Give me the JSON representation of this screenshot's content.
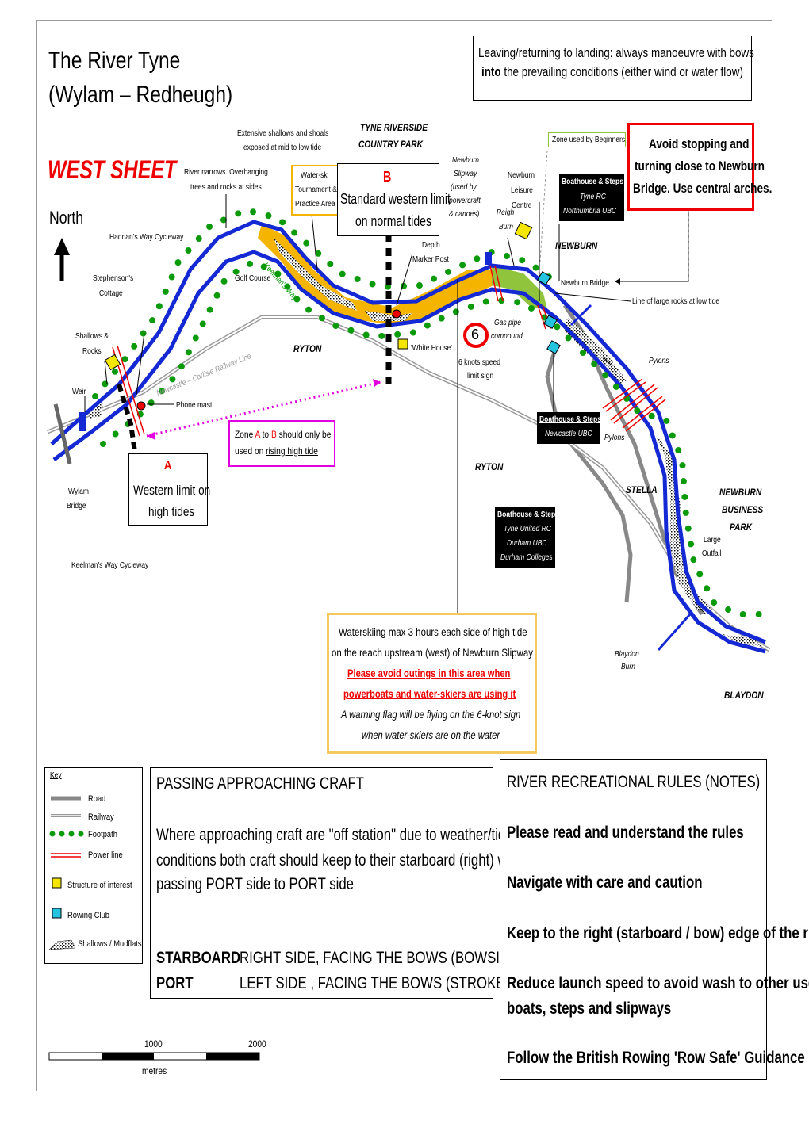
{
  "title": {
    "line1": "The River Tyne",
    "line2": "(Wylam – Redheugh)"
  },
  "sheet": "WEST SHEET",
  "north": "North",
  "notice_top": {
    "line1": "Leaving/returning to landing: always manoeuvre with bows",
    "line2_bold": "into",
    "line2_rest": " the prevailing conditions (either wind or water flow)"
  },
  "avoid_box": {
    "line1": "Avoid stopping and",
    "line2": "turning close to Newburn",
    "line3": "Bridge. Use central arches."
  },
  "labels": {
    "tyne_riverside": "TYNE RIVERSIDE",
    "country_park": "COUNTRY PARK",
    "shallows_shoals_1": "Extensive shallows and shoals",
    "shallows_shoals_2": "exposed at mid to low tide",
    "river_narrows_1": "River narrows. Overhanging",
    "river_narrows_2": "trees and rocks at sides",
    "waterski_1": "Water-ski",
    "waterski_2": "Tournament &",
    "waterski_3": "Practice Area",
    "limit_b_letter": "B",
    "limit_b_1": "Standard western limit",
    "limit_b_2": "on normal tides",
    "slipway_1": "Newburn",
    "slipway_2": "Slipway",
    "slipway_3": "(used by",
    "slipway_4": "powercraft",
    "slipway_5": "& canoes)",
    "leisure_1": "Newburn",
    "leisure_2": "Leisure",
    "leisure_3": "Centre",
    "reigh_1": "Reigh",
    "reigh_2": "Burn",
    "beginners": "Zone used by Beginners",
    "boathouse1_title": "Boathouse & Steps",
    "boathouse1_l2": "Tyne RC",
    "boathouse1_l3": "Northumbria UBC",
    "newburn": "NEWBURN",
    "hadrians": "Hadrian's Way Cycleway",
    "depth_1": "Depth",
    "depth_2": "Marker Post",
    "stephenson_1": "Stephenson's",
    "stephenson_2": "Cottage",
    "golf": "Golf Course",
    "keelmans_river": "Keelman's Way",
    "newburn_bridge": "Newburn Bridge",
    "large_rocks": "Line of large rocks at low tide",
    "gas_1": "Gas pipe",
    "gas_2": "compound",
    "speed_sign": "6",
    "speed_1": "6 knots speed",
    "speed_2": "limit sign",
    "white_house": "'White House'",
    "ryton_1": "RYTON",
    "railway_line": "Newcastle – Carlisle Railway Line",
    "shallows_rocks_1": "Shallows &",
    "shallows_rocks_2": "Rocks",
    "weir": "Weir",
    "phone_mast": "Phone mast",
    "pylons_1": "Pylons",
    "pylons_2": "Pylons",
    "boathouse2_title": "Boathouse & Steps",
    "boathouse2_l2": "Newcastle UBC",
    "zone_ab_1_pre": "Zone ",
    "zone_ab_a": "A",
    "zone_ab_mid": " to ",
    "zone_ab_b": "B",
    "zone_ab_post": " should only be",
    "zone_ab_2_pre": "used on ",
    "zone_ab_2_u": "rising high tide",
    "limit_a_letter": "A",
    "limit_a_1": "Western limit on",
    "limit_a_2": "high tides",
    "ryton_2": "RYTON",
    "stella": "STELLA",
    "business_1": "NEWBURN",
    "business_2": "BUSINESS",
    "business_3": "PARK",
    "wylam_1": "Wylam",
    "wylam_2": "Bridge",
    "boathouse3_title": "Boathouse & Steps",
    "boathouse3_l2": "Tyne United RC",
    "boathouse3_l3": "Durham UBC",
    "boathouse3_l4": "Durham Colleges",
    "large_outfall_1": "Large",
    "large_outfall_2": "Outfall",
    "keelmans_cycleway": "Keelman's Way Cycleway",
    "blaydon_burn_1": "Blaydon",
    "blaydon_burn_2": "Burn",
    "blaydon": "BLAYDON"
  },
  "waterski_box": {
    "line1": "Waterskiing max 3 hours each side of high tide",
    "line2": "on the reach upstream (west) of Newburn Slipway",
    "line3": "Please avoid outings in this area when",
    "line4": "powerboats and water-skiers are using it",
    "line5": "A warning flag will be flying on the 6-knot sign",
    "line6": "when water-skiers are on the water"
  },
  "key": {
    "heading": "Key",
    "items": [
      "Road",
      "Railway",
      "Footpath",
      "Power line",
      "Structure of interest",
      "Rowing Club",
      "Shallows / Mudflats"
    ]
  },
  "passing": {
    "heading": "PASSING APPROACHING CRAFT",
    "para_1": "Where approaching craft are \"off station\" due to weather/tidal",
    "para_2": "conditions both craft should keep to their starboard (right) with the boats",
    "para_3": "passing PORT side to PORT side",
    "starboard_term": "STARBOARD",
    "starboard_def": "RIGHT SIDE, FACING THE BOWS (BOWSIDE)",
    "port_term": "PORT",
    "port_def": "LEFT SIDE , FACING THE BOWS (STROKESIDE)"
  },
  "rules": {
    "heading": "RIVER RECREATIONAL RULES (NOTES)",
    "r1": "Please read and understand the rules",
    "r2": "Navigate with care and caution",
    "r3": "Keep to the right (starboard / bow) edge of the river",
    "r4a": "Reduce launch speed to avoid wash to other users,",
    "r4b": "boats, steps and slipways",
    "r5": "Follow the British Rowing 'Row Safe' Guidance"
  },
  "scale": {
    "mark1": "1000",
    "mark2": "2000",
    "unit": "metres"
  },
  "colors": {
    "river": "#1428d4",
    "footpath": "#0a9a0a",
    "waterski_zone": "#f5b400",
    "beginners_zone": "#8fc43c",
    "power_line": "#e00000",
    "club": "#22c4e0",
    "structure": "#f5e600",
    "magenta": "#e000e0"
  }
}
